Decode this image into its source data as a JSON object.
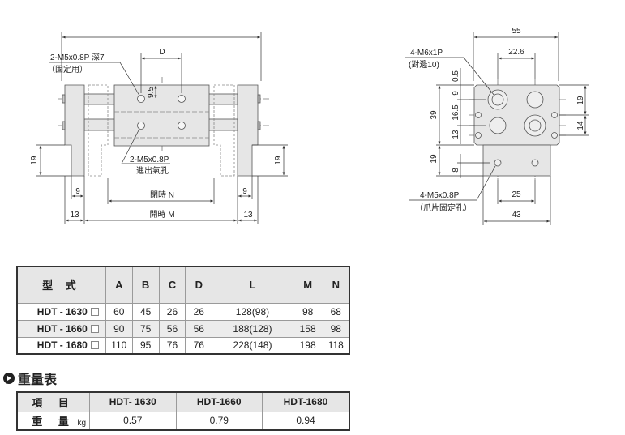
{
  "front_view": {
    "dim_L": "L",
    "dim_D": "D",
    "dim_9_5": "9.5",
    "mount_hole": "2-M5x0.8P 深7",
    "mount_hole_note": "（固定用）",
    "air_port": "2-M5x0.8P",
    "air_port_note": "進出氣孔",
    "dim_19": "19",
    "dim_9": "9",
    "dim_13": "13",
    "closed_N": "閉時 N",
    "open_M": "開時 M"
  },
  "side_view": {
    "dim_55": "55",
    "dim_22_6": "22.6",
    "port": "4-M6x1P",
    "port_note": "(對邊10)",
    "dim_0_5": "0.5",
    "dim_9": "9",
    "dim_16_5": "16.5",
    "dim_13": "13",
    "dim_39": "39",
    "dim_19": "19",
    "dim_8": "8",
    "dim_14": "14",
    "jaw_hole": "4-M5x0.8P",
    "jaw_hole_note": "（爪片固定孔）",
    "dim_25": "25",
    "dim_43": "43"
  },
  "dimension_table": {
    "headers": [
      "型 式",
      "A",
      "B",
      "C",
      "D",
      "L",
      "M",
      "N"
    ],
    "rows": [
      [
        "HDT - 1630",
        "60",
        "45",
        "26",
        "26",
        "128(98)",
        "98",
        "68"
      ],
      [
        "HDT - 1660",
        "90",
        "75",
        "56",
        "56",
        "188(128)",
        "158",
        "98"
      ],
      [
        "HDT - 1680",
        "110",
        "95",
        "76",
        "76",
        "228(148)",
        "198",
        "118"
      ]
    ]
  },
  "weight_section": {
    "title": "重量表",
    "headers": [
      "項 目",
      "HDT- 1630",
      "HDT-1660",
      "HDT-1680"
    ],
    "row_label": "重 量",
    "unit": "kg",
    "values": [
      "0.57",
      "0.79",
      "0.94"
    ]
  }
}
